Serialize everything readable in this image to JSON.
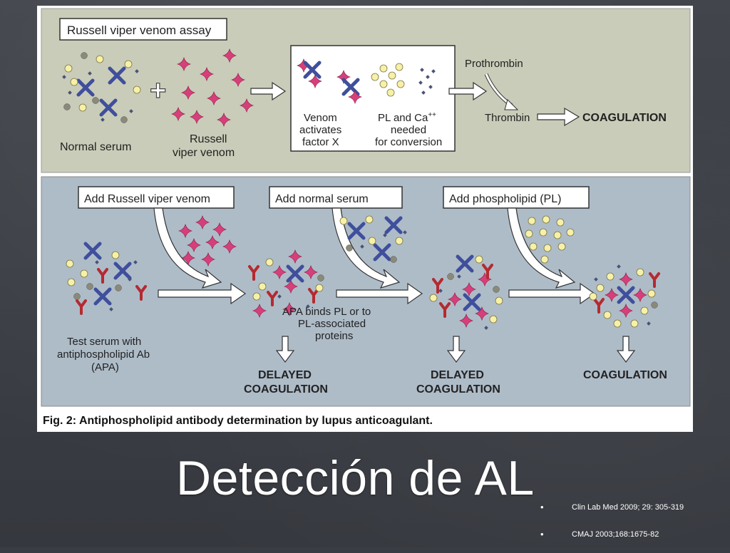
{
  "slide": {
    "title": "Detección de AL",
    "references": [
      {
        "bullet": "•",
        "text": "Clin Lab Med 2009; 29: 305-319"
      },
      {
        "bullet": "•",
        "text": "CMAJ 2003;168:1675-82"
      }
    ]
  },
  "figure": {
    "top_panel": {
      "heading": "Russell viper venom assay",
      "normal_serum": "Normal serum",
      "viper_venom": [
        "Russell",
        "viper venom"
      ],
      "box_left": [
        "Venom",
        "activates",
        "factor X"
      ],
      "box_right_line1": "PL and Ca",
      "box_right_sup": "++",
      "box_right_rest": [
        "needed",
        "for conversion"
      ],
      "prothrombin": "Prothrombin",
      "thrombin": "Thrombin",
      "coagulation": "COAGULATION"
    },
    "bottom_panel": {
      "step1": "Add Russell viper venom",
      "step2": "Add normal serum",
      "step3": "Add phospholipid (PL)",
      "test_serum": [
        "Test serum with",
        "antiphospholipid Ab",
        "(APA)"
      ],
      "apa_binds": [
        "APA binds PL or to",
        "PL-associated",
        "proteins"
      ],
      "delayed": [
        "DELAYED",
        "COAGULATION"
      ],
      "coagulation": "COAGULATION"
    },
    "caption": "Fig. 2: Antiphospholipid antibody determination by lupus anticoagulant."
  },
  "colors": {
    "top_panel_bg": "#c9ccb8",
    "bottom_panel_bg": "#aebcc8",
    "venom_pink": "#d63f7a",
    "factor_x_blue": "#3f4f9c",
    "antibody_red": "#b52a2f",
    "pl_yellow": "#f7f0a8",
    "protein_gray": "#8a8a7a"
  }
}
